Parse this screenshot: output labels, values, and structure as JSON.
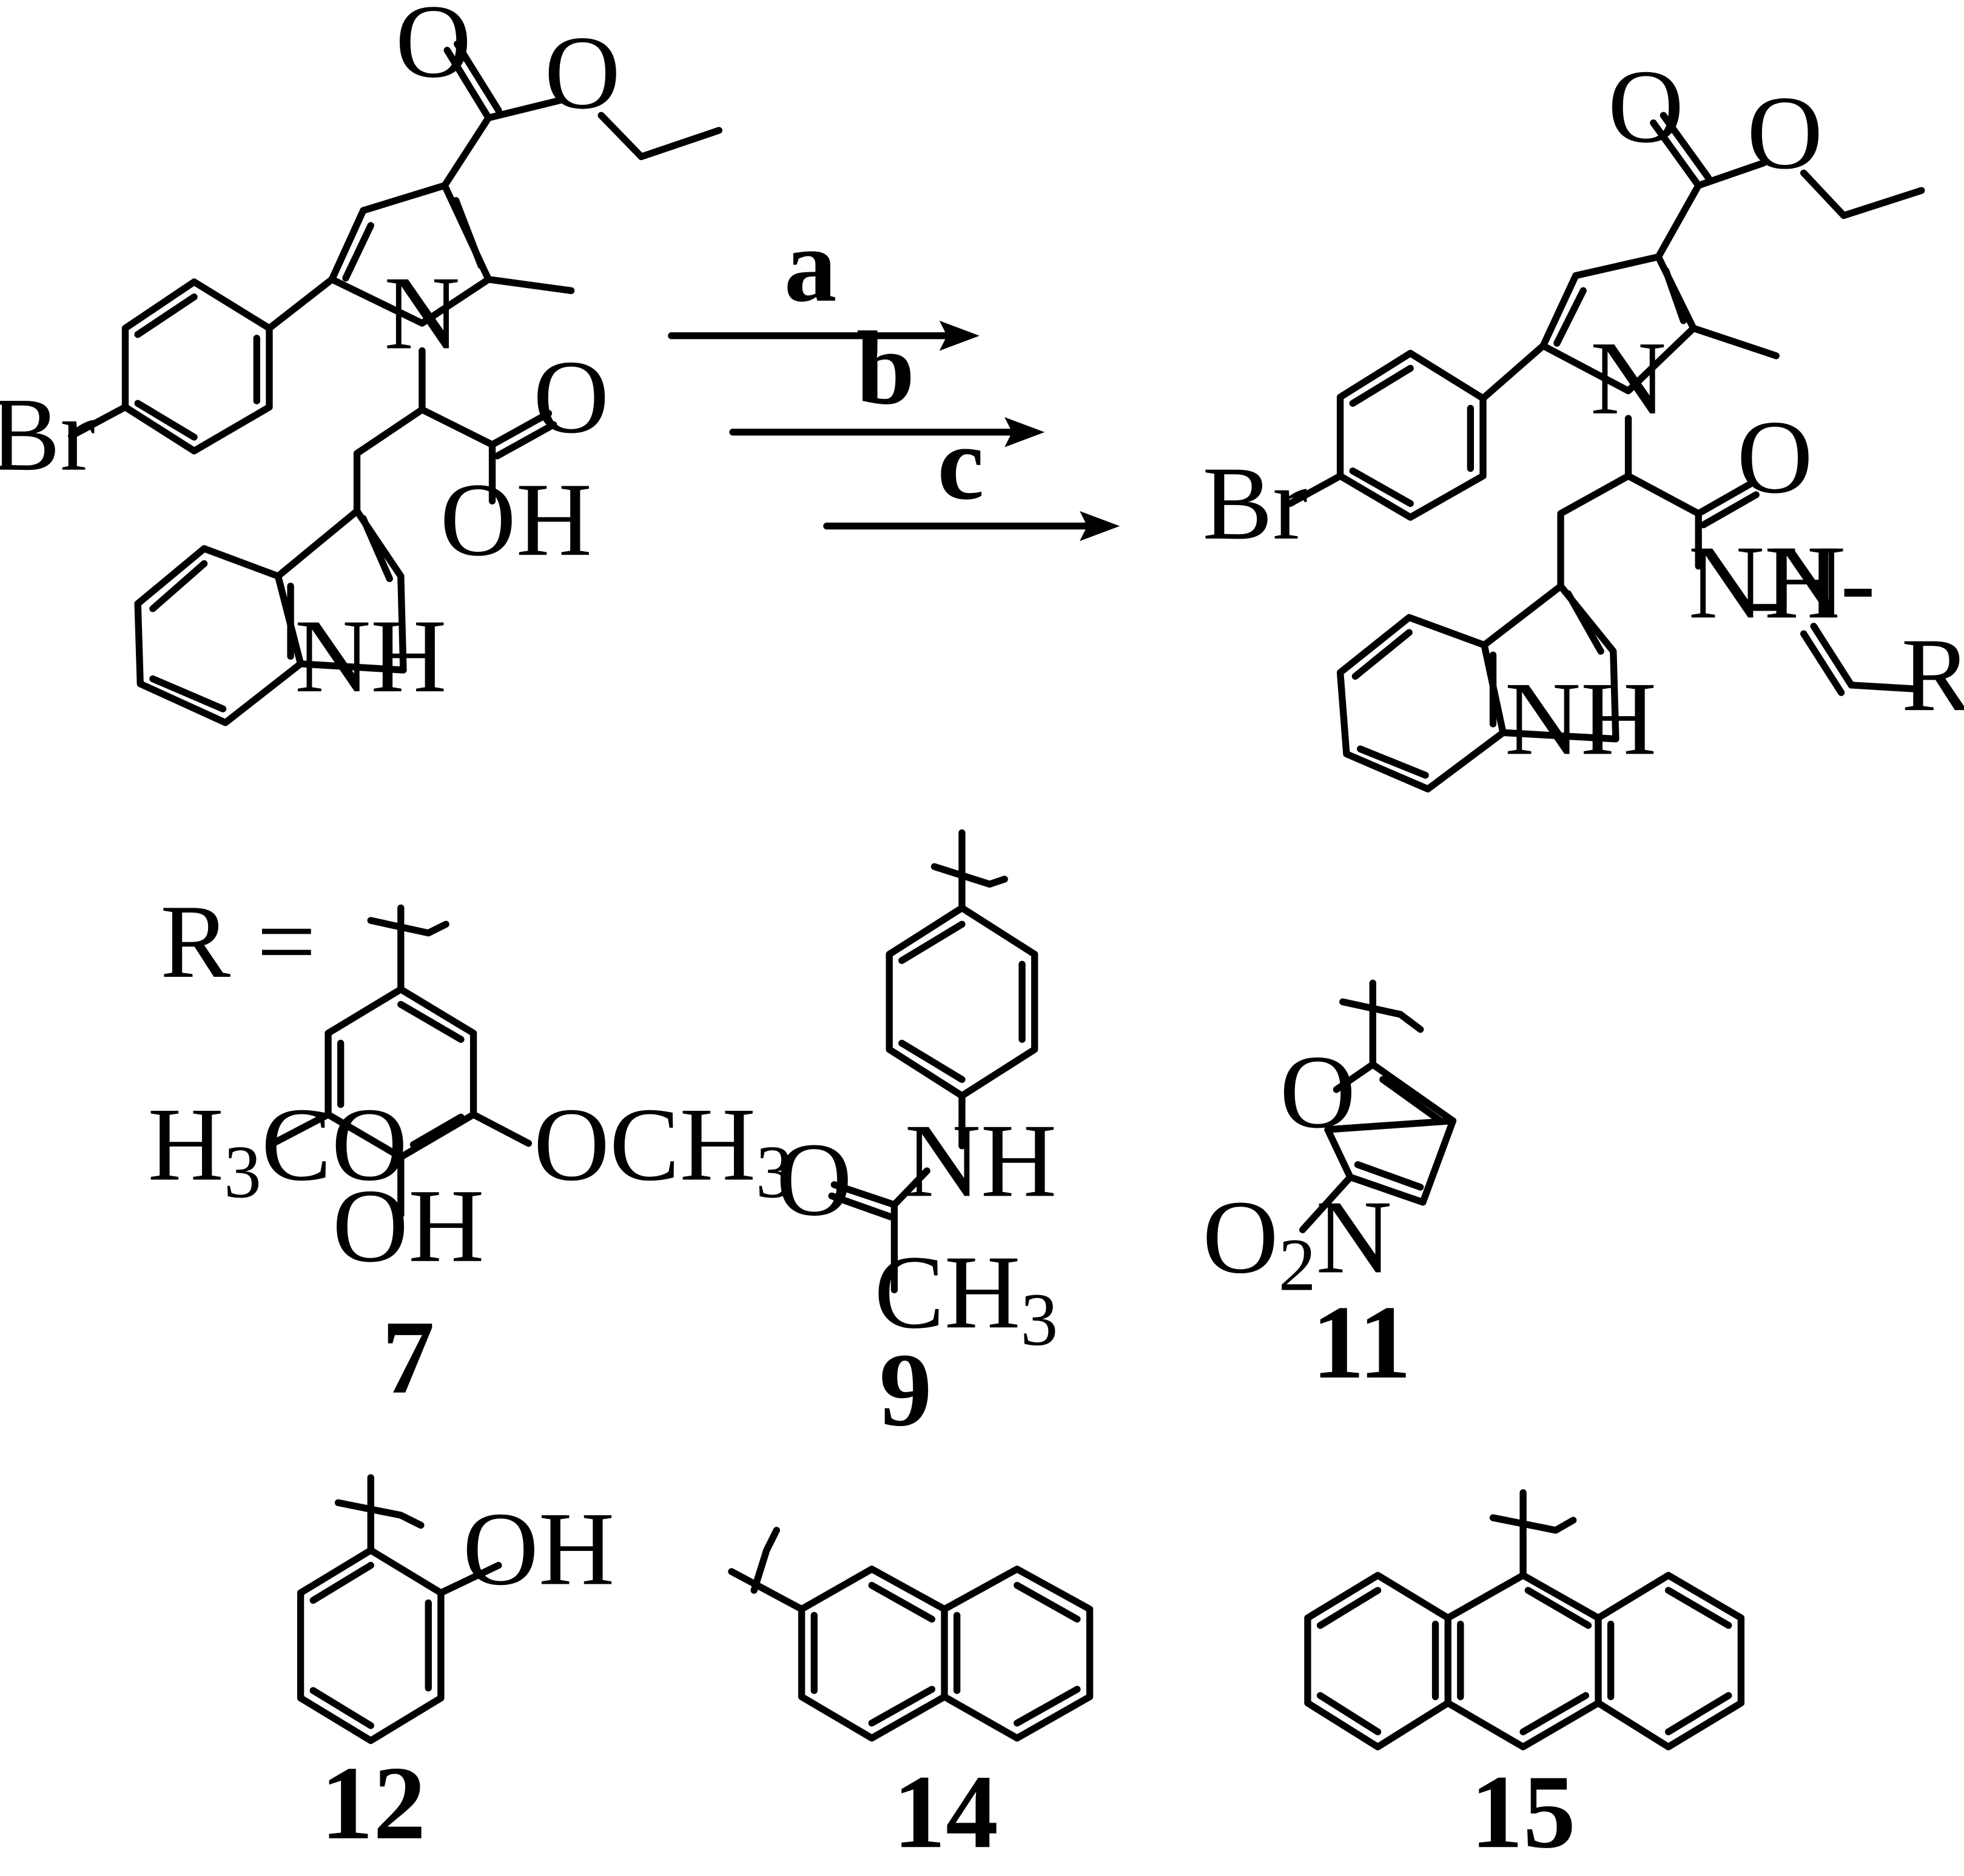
{
  "atoms": {
    "O": "O",
    "OH": "OH",
    "N": "N",
    "NH": "NH",
    "Br": "Br",
    "R": "R",
    "NH_dash": "NH-",
    "R_eq": "R =",
    "H3CO_h": "H",
    "H3CO_3": "3",
    "H3CO_co": "CO",
    "OCH3_och": "OCH",
    "OCH3_3": "3",
    "CH3_ch": "CH",
    "CH3_3": "3",
    "O2N_o": "O",
    "O2N_2": "2",
    "O2N_n": "N"
  },
  "reagents": [
    "a",
    "b",
    "c"
  ],
  "compound_labels": [
    "7",
    "9",
    "11",
    "12",
    "14",
    "15"
  ]
}
